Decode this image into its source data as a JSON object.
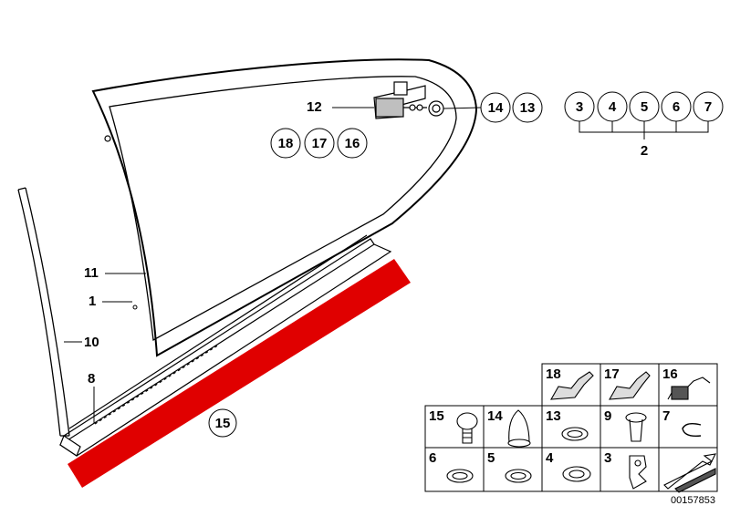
{
  "callouts": {
    "top_right_group": [
      "3",
      "4",
      "5",
      "6",
      "7"
    ],
    "group_total": "2",
    "hinge_label": "12",
    "hinge_circles": [
      "14",
      "13"
    ],
    "glass_circles": [
      "18",
      "17",
      "16"
    ],
    "glass_label_11": "11",
    "glass_label_1": "1",
    "seal_label_10": "10",
    "strip_label_8": "8",
    "bottom_circle": "15"
  },
  "parts_grid": {
    "row1": [
      "18",
      "17",
      "16"
    ],
    "row2": [
      "15",
      "14",
      "13",
      "9",
      "7"
    ],
    "row3": [
      "6",
      "5",
      "4",
      "3"
    ]
  },
  "reference_code": "00157853",
  "colors": {
    "line": "#000000",
    "highlight": "#e00000",
    "fill_gray": "#bfbfbf"
  }
}
